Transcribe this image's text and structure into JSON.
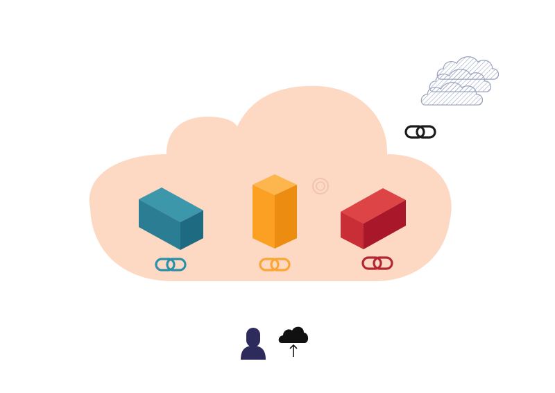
{
  "colors": {
    "background": "#ffffff",
    "main_cloud": "#fdd9c4",
    "watermark": "#e9b5a0",
    "blue_block_top": "#3d97ab",
    "blue_block_left": "#2a7d92",
    "blue_block_right": "#1e6a80",
    "orange_block_top": "#fdb54d",
    "orange_block_left": "#fca023",
    "orange_block_right": "#ec8c10",
    "red_block_top": "#dc4446",
    "red_block_left": "#c92d35",
    "red_block_right": "#a9182a",
    "blue_link": "#2a8fa8",
    "orange_link": "#fca532",
    "red_link": "#b4252f",
    "dark_link": "#1a1a1a",
    "hatched_clouds": "#9aa3bf",
    "user_icon": "#2d2a5c",
    "upload_icon": "#111111"
  },
  "icons": {
    "main_cloud": "cloud",
    "storage_blocks": [
      "cube",
      "cube",
      "cube"
    ],
    "links": [
      "chain-link",
      "chain-link",
      "chain-link",
      "chain-link"
    ],
    "remote_clouds": "stacked-hatched-clouds",
    "user": "person-avatar",
    "upload": "cloud-upload"
  }
}
